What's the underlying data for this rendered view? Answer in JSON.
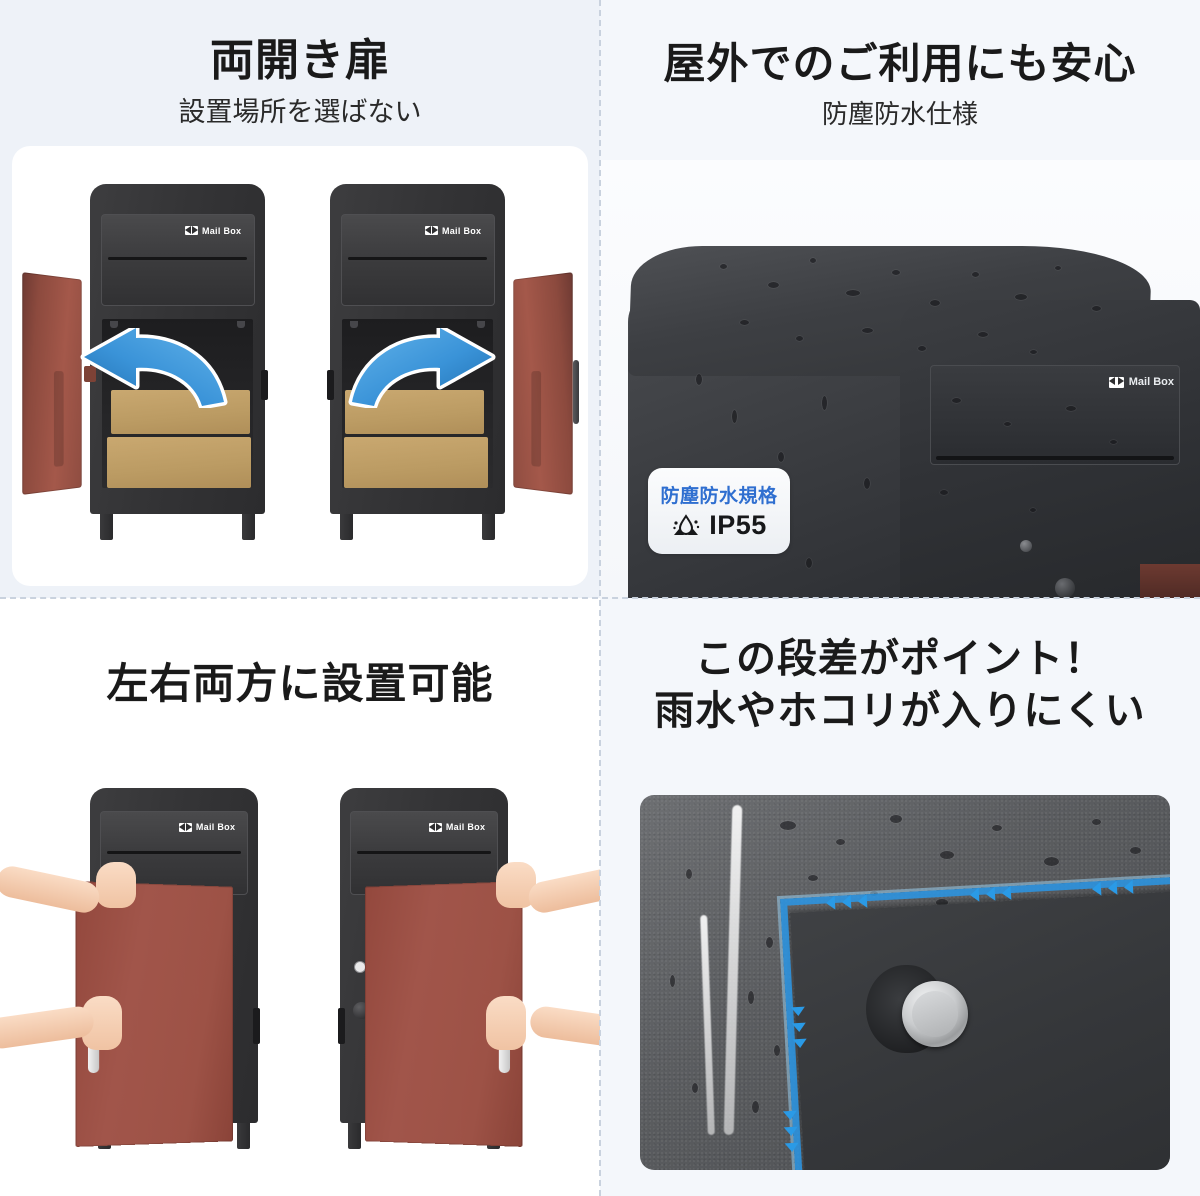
{
  "page": {
    "background_color": "#eef2f8",
    "divider_color": "#c9d2de"
  },
  "panels": {
    "top_left": {
      "title": "両開き扉",
      "subtitle": "設置場所を選ばない",
      "mailbox_label": "Mail Box",
      "door_color": "#8f4d41",
      "arrow_color": "#2d7fc4",
      "arrows": [
        "left-curved-arrow",
        "right-curved-arrow"
      ],
      "units": [
        {
          "name": "left-opening-unit",
          "door_side": "left"
        },
        {
          "name": "right-opening-unit",
          "door_side": "right"
        }
      ]
    },
    "top_right": {
      "title": "屋外でのご利用にも安心",
      "subtitle": "防塵防水仕様",
      "mailbox_label": "Mail Box",
      "badge": {
        "heading": "防塵防水規格",
        "code": "IP55",
        "heading_color": "#2f6fd0",
        "icon": "waterdrop-dust-icon"
      }
    },
    "bottom_left": {
      "title": "左右両方に設置可能",
      "mailbox_label": "Mail Box",
      "door_color": "#9d5246",
      "units": [
        {
          "name": "door-mounted-left",
          "hinge_side": "left"
        },
        {
          "name": "door-mounted-right",
          "hinge_side": "right"
        }
      ]
    },
    "bottom_right": {
      "title_line1": "この段差がポイント！",
      "title_line2": "雨水やホコリが入りにくい",
      "seal_color": "#2a9ae6"
    }
  }
}
